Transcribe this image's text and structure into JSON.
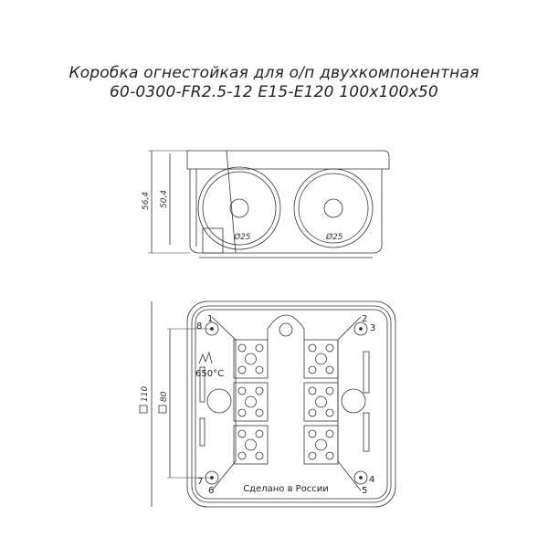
{
  "title": {
    "line1": "Коробка огнестойкая для о/п двухкомпонентная",
    "line2": "60-0300-FR2.5-12 E15-E120 100х100х50"
  },
  "side_view": {
    "dim_height_outer": "56,4",
    "dim_height_inner": "50,4",
    "entry_left_label": "Ø25",
    "entry_right_label": "Ø25"
  },
  "bottom_view": {
    "dim_outer": "110",
    "dim_inner": "80",
    "corner_numbers": [
      "1",
      "2",
      "5",
      "6"
    ],
    "corner_small_numbers": [
      "8",
      "3",
      "4",
      "7"
    ],
    "temperature_label": "650°C",
    "made_in_label": "Сделано в России"
  },
  "colors": {
    "line": "#333333",
    "background": "#ffffff"
  }
}
